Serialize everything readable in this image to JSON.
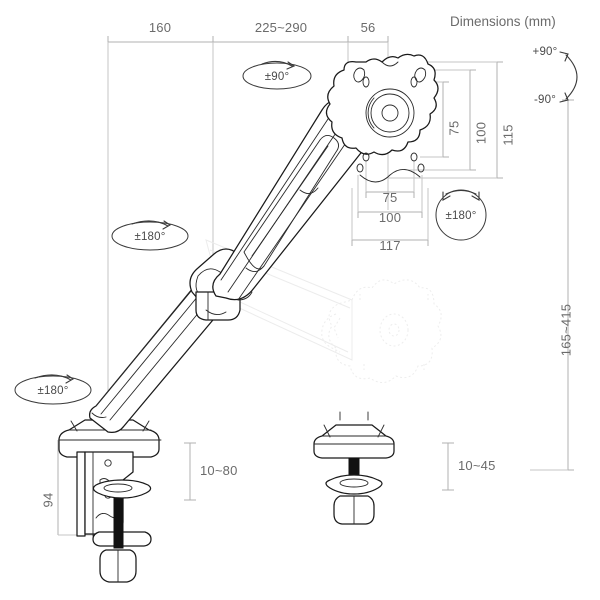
{
  "diagram": {
    "title": "Dimensions (mm)",
    "top_dimensions": [
      {
        "name": "arm-segment-1",
        "value": "160"
      },
      {
        "name": "arm-segment-2",
        "value": "225~290"
      },
      {
        "name": "bracket-depth",
        "value": "56"
      }
    ],
    "vesa": {
      "height_75": "75",
      "height_100": "100",
      "plate_height": "115",
      "width_75": "75",
      "width_100": "100",
      "plate_width": "117"
    },
    "height_range": "165~415",
    "clamp_thickness": "10~80",
    "grommet_thickness": "10~45",
    "clamp_depth": "94",
    "rotations": [
      {
        "name": "tilt-range-plus",
        "value": "+90°"
      },
      {
        "name": "tilt-range-minus",
        "value": "-90°"
      },
      {
        "name": "head-swivel",
        "value": "±90°"
      },
      {
        "name": "arm-joint-swivel",
        "value": "±180°"
      },
      {
        "name": "base-swivel",
        "value": "±180°"
      },
      {
        "name": "screen-rotation",
        "value": "±180°"
      }
    ],
    "colors": {
      "ink": "#1a1a1a",
      "dimension_line": "#b0b0b0",
      "label_text": "#6b6b6b",
      "ghost": "#ededed"
    }
  }
}
